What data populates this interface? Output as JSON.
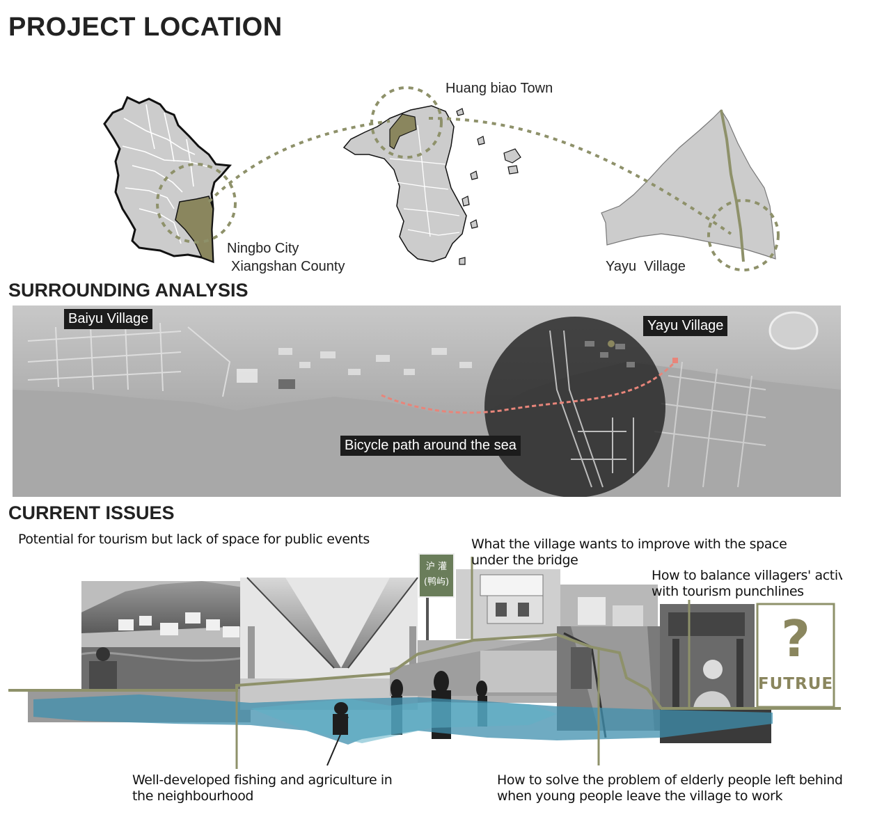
{
  "sections": {
    "location_title": "PROJECT LOCATION",
    "surrounding_title": "SURROUNDING ANALYSIS",
    "issues_title": "CURRENT ISSUES"
  },
  "location_map": {
    "county_label_line1": "Ningbo City",
    "county_label_line2": "Xiangshan County",
    "town_label": "Huang biao Town",
    "village_label": "Yayu  Village",
    "highlight_color": "#8a865e",
    "region_fill": "#cccccc",
    "dash_color": "#8e916a"
  },
  "aerial": {
    "tag_left": "Baiyu Village",
    "tag_right": "Yayu Village",
    "tag_path": "Bicycle path around the sea",
    "path_color": "#e8857a"
  },
  "issues": {
    "top_left": "Potential for tourism but lack of space for public events",
    "top_mid_line1": "What the village wants to improve with the space",
    "top_mid_line2": "under the bridge",
    "top_right_line1": "How to balance villagers' activitie",
    "top_right_line2": "with tourism punchlines",
    "bottom_left_line1": "Well-developed fishing and agriculture in",
    "bottom_left_line2": "the neighbourhood",
    "bottom_right_line1": "How to solve the problem of elderly people left behind",
    "bottom_right_line2": "when young people leave the village to work",
    "future_symbol": "?",
    "future_label": "FUTRUE",
    "sign_text_1": "沪 灌",
    "sign_text_2": "(鸭屿)",
    "line_color": "#8e916a",
    "water_color": "#3f8fae"
  }
}
